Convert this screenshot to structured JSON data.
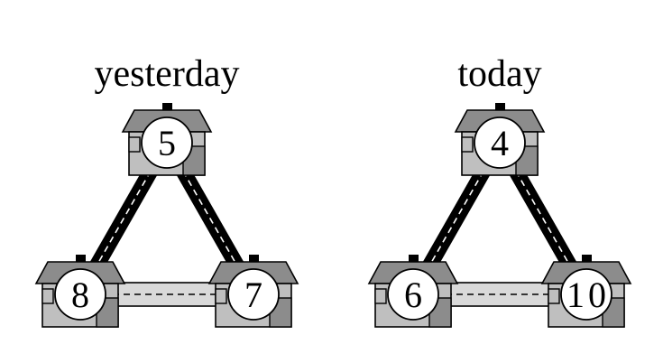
{
  "panels": [
    {
      "title": "yesterday",
      "houses": [
        {
          "position": "top",
          "number": "5"
        },
        {
          "position": "bottom-left",
          "number": "8"
        },
        {
          "position": "bottom-right",
          "number": "7"
        }
      ],
      "roads": [
        {
          "from": "top",
          "to": "bottom-left",
          "style": "dark"
        },
        {
          "from": "top",
          "to": "bottom-right",
          "style": "dark"
        },
        {
          "from": "bottom-left",
          "to": "bottom-right",
          "style": "light"
        }
      ]
    },
    {
      "title": "today",
      "houses": [
        {
          "position": "top",
          "number": "4"
        },
        {
          "position": "bottom-left",
          "number": "6"
        },
        {
          "position": "bottom-right",
          "number": "10"
        }
      ],
      "roads": [
        {
          "from": "top",
          "to": "bottom-left",
          "style": "dark"
        },
        {
          "from": "top",
          "to": "bottom-right",
          "style": "dark"
        },
        {
          "from": "bottom-left",
          "to": "bottom-right",
          "style": "light"
        }
      ]
    }
  ],
  "colors": {
    "road_dark": "#000000",
    "road_light": "#d9d9d9",
    "road_dash": "#ffffff",
    "roof": "#8c8c8c",
    "wall": "#bfbfbf",
    "wall_shadow": "#8c8c8c",
    "chimney": "#000000",
    "number_circle": "#ffffff",
    "outline": "#000000"
  }
}
